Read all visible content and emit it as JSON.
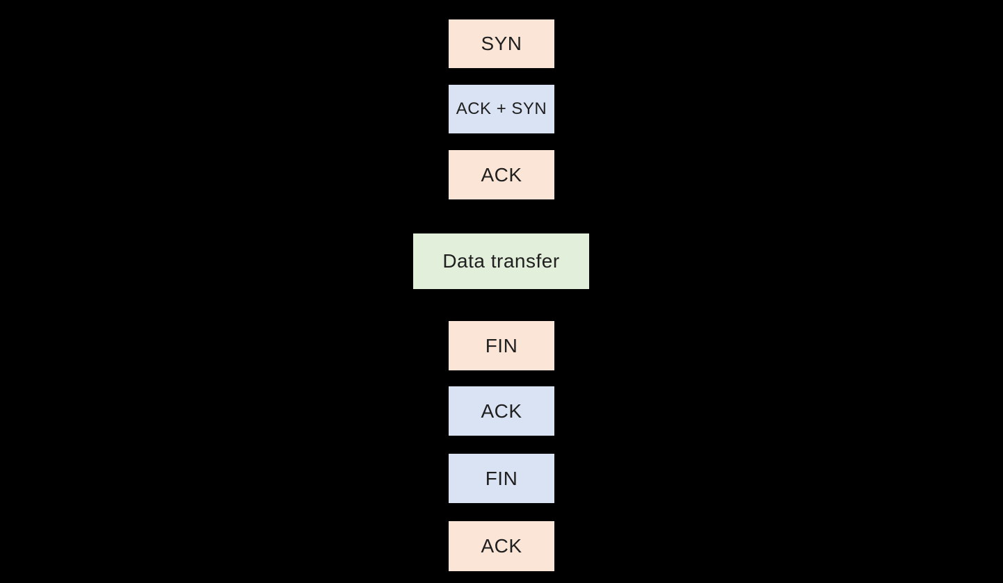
{
  "diagram": {
    "background_color": "#000000",
    "text_color": "#1f1f1f",
    "colors": {
      "peach": "#fbe5d6",
      "blue": "#dae3f3",
      "green": "#e2efda"
    },
    "boxes": [
      {
        "label": "SYN",
        "fill": "#fbe5d6"
      },
      {
        "label": "ACK + SYN",
        "fill": "#dae3f3"
      },
      {
        "label": "ACK",
        "fill": "#fbe5d6"
      },
      {
        "label": "Data transfer",
        "fill": "#e2efda"
      },
      {
        "label": "FIN",
        "fill": "#fbe5d6"
      },
      {
        "label": "ACK",
        "fill": "#dae3f3"
      },
      {
        "label": "FIN",
        "fill": "#dae3f3"
      },
      {
        "label": "ACK",
        "fill": "#fbe5d6"
      }
    ]
  }
}
